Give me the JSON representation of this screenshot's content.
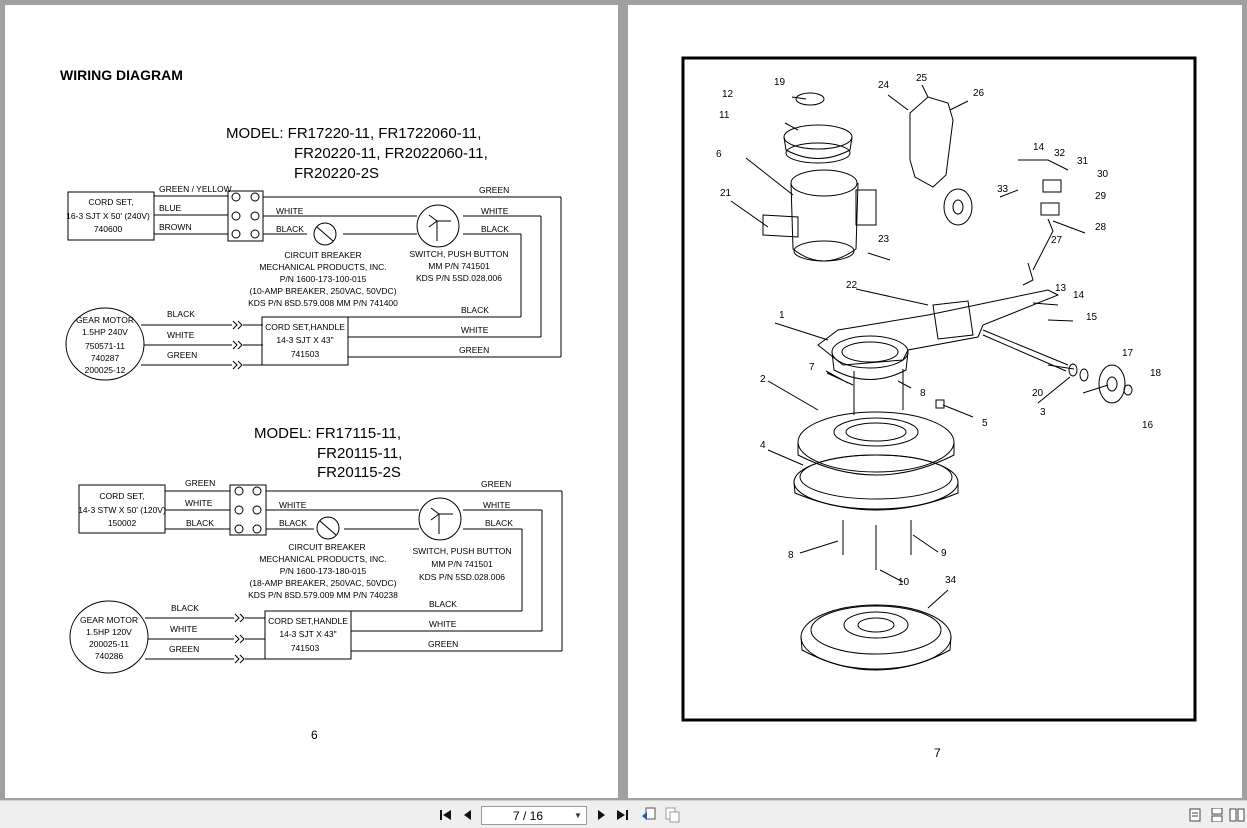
{
  "left_page": {
    "heading": "WIRING DIAGRAM",
    "page_number": "6",
    "diagram1": {
      "model": [
        "MODEL:  FR17220-11, FR1722060-11,",
        "FR20220-11, FR2022060-11,",
        "FR20220-2S"
      ],
      "cord_set": [
        "CORD SET,",
        "16-3 SJT X 50' (240V)",
        "740600"
      ],
      "wires_top": [
        "GREEN / YELLOW",
        "BLUE",
        "BROWN"
      ],
      "wires_mid": [
        "WHITE",
        "BLACK",
        "GREEN",
        "WHITE",
        "BLACK"
      ],
      "breaker": [
        "CIRCUIT BREAKER",
        "MECHANICAL PRODUCTS, INC.",
        "P/N 1600-173-100-015",
        "(10-AMP BREAKER, 250VAC, 50VDC)",
        "KDS P/N 8SD.579.008    MM P/N 741400"
      ],
      "switch": [
        "SWITCH, PUSH BUTTON",
        "MM P/N 741501",
        "KDS P/N 5SD.028.006"
      ],
      "motor": [
        "GEAR MOTOR",
        "1.5HP 240V",
        "750571-11",
        "740287",
        "200025-12"
      ],
      "handle": [
        "CORD SET,HANDLE",
        "14-3 SJT X 43\"",
        "741503"
      ],
      "wires_bottom": [
        "BLACK",
        "WHITE",
        "GREEN",
        "BLACK",
        "WHITE",
        "GREEN"
      ]
    },
    "diagram2": {
      "model": [
        "MODEL: FR17115-11,",
        "FR20115-11,",
        "FR20115-2S"
      ],
      "cord_set": [
        "CORD SET,",
        "14-3 STW X 50' (120V)",
        "150002"
      ],
      "wires_top": [
        "GREEN",
        "WHITE",
        "BLACK"
      ],
      "wires_mid": [
        "WHITE",
        "BLACK",
        "GREEN",
        "WHITE",
        "BLACK"
      ],
      "breaker": [
        "CIRCUIT BREAKER",
        "MECHANICAL PRODUCTS, INC.",
        "P/N 1600-173-180-015",
        "(18-AMP BREAKER, 250VAC, 50VDC)",
        "KDS P/N 8SD.579.009    MM P/N 740238"
      ],
      "switch": [
        "SWITCH, PUSH BUTTON",
        "MM P/N 741501",
        "KDS P/N 5SD.028.006"
      ],
      "motor": [
        "GEAR MOTOR",
        "1.5HP 120V",
        "200025-11",
        "740286"
      ],
      "handle": [
        "CORD SET,HANDLE",
        "14-3 SJT X 43\"",
        "741503"
      ],
      "wires_bottom": [
        "BLACK",
        "WHITE",
        "GREEN",
        "BLACK",
        "WHITE",
        "GREEN"
      ]
    }
  },
  "right_page": {
    "page_number": "7",
    "callouts": [
      "19",
      "12",
      "11",
      "6",
      "21",
      "24",
      "25",
      "26",
      "14",
      "32",
      "31",
      "30",
      "33",
      "29",
      "28",
      "27",
      "23",
      "22",
      "13",
      "14",
      "15",
      "1",
      "17",
      "18",
      "7",
      "8",
      "2",
      "20",
      "3",
      "16",
      "5",
      "4",
      "8",
      "9",
      "10",
      "34"
    ]
  },
  "toolbar": {
    "page_indicator": "7 / 16",
    "icons": [
      "first-page-icon",
      "prev-page-icon",
      "next-page-icon",
      "last-page-icon",
      "back-view-icon",
      "forward-view-icon",
      "single-page-icon",
      "two-page-icon",
      "continuous-icon"
    ]
  }
}
